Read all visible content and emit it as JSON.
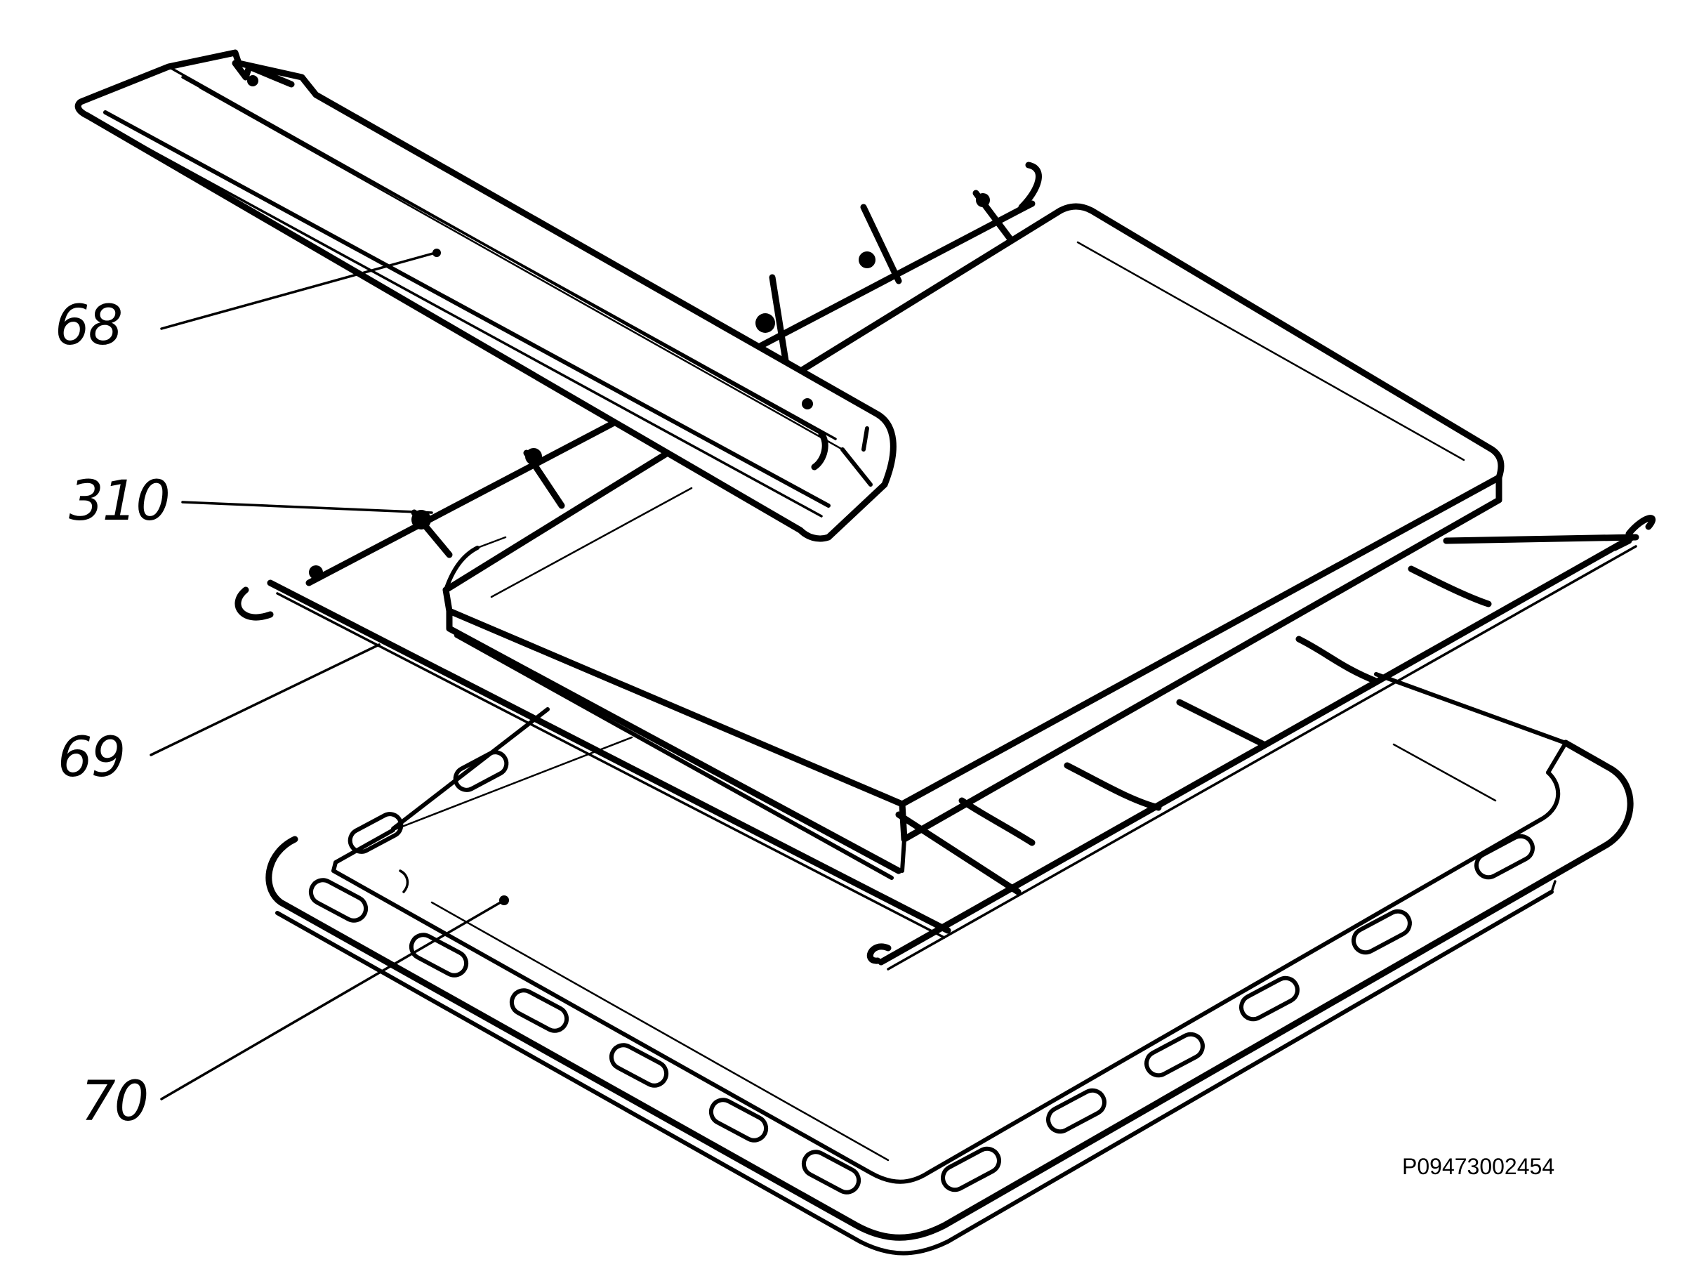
{
  "callouts": [
    {
      "id": "68",
      "label": "68"
    },
    {
      "id": "310",
      "label": "310"
    },
    {
      "id": "69",
      "label": "69"
    },
    {
      "id": "70",
      "label": "70"
    }
  ],
  "drawing_number": "P09473002454"
}
